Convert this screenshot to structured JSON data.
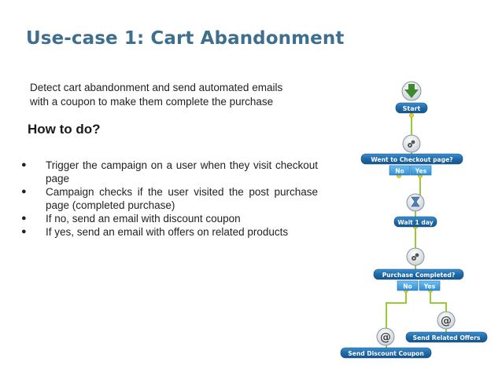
{
  "title": "Use-case 1: Cart Abandonment",
  "description": {
    "line1": "Detect cart abandonment and send automated emails",
    "line2": "with a coupon to make them complete the purchase"
  },
  "how_to_heading": "How to do?",
  "steps": [
    "Trigger the campaign on a user when they visit checkout page",
    "Campaign checks if the user visited the post purchase page (completed purchase)",
    "If no, send an email with discount coupon",
    "If yes, send an email with offers on related products"
  ],
  "flow": {
    "start": "Start",
    "q1": "Went to Checkout page?",
    "no1": "No",
    "yes1": "Yes",
    "wait": "Wait 1 day",
    "q2": "Purchase Completed?",
    "no2": "No",
    "yes2": "Yes",
    "send_discount": "Send Discount Coupon",
    "send_related": "Send Related Offers"
  },
  "colors": {
    "title": "#3f6f8f",
    "label_bar": "#1f6aa5",
    "branch_button": "#3fa3e0",
    "connector": "#99cc33",
    "connector_dot": "#e8d020"
  },
  "icons": [
    "arrow-down-icon",
    "gear-icon",
    "hourglass-icon",
    "at-sign-icon"
  ]
}
